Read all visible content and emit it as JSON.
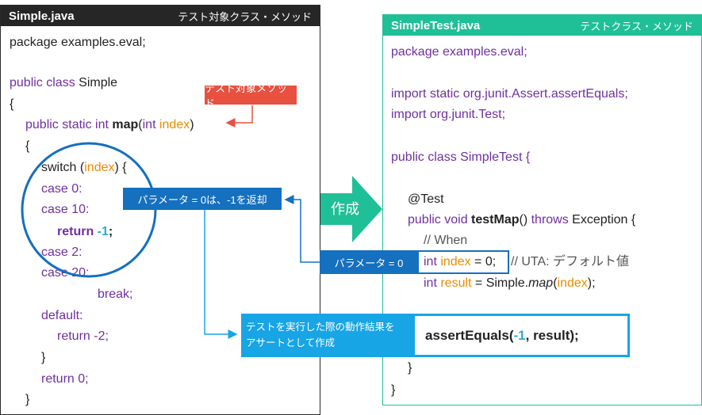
{
  "left_panel": {
    "title": "Simple.java",
    "subtitle": "テスト対象クラス・メソッド",
    "lines": {
      "l1": "package examples.eval;",
      "l3_kw": "public class",
      "l3_rest": " Simple",
      "l4": "{",
      "l5_kw": "public static int",
      "l5_method": " map",
      "l5_open": "(",
      "l5_type": "int",
      "l5_param": " index",
      "l5_close": ")",
      "l6": "{",
      "l7_a": "switch (",
      "l7_param": "index",
      "l7_b": ") {",
      "l8": "case 0:",
      "l9": "case 10:",
      "l10_kw": "return ",
      "l10_num": "-1",
      "l10_end": ";",
      "l11": "case 2:",
      "l12": "case 20:",
      "l13": "break;",
      "l14": "default:",
      "l15": "return -2;",
      "l16": "}",
      "l17": "return 0;",
      "l18": "}"
    }
  },
  "right_panel": {
    "title": "SimpleTest.java",
    "subtitle": "テストクラス・メソッド",
    "lines": {
      "l1": "package examples.eval;",
      "l3": "import static org.junit.Assert.assertEquals;",
      "l4": "import org.junit.Test;",
      "l6": "public class SimpleTest {",
      "l8": "@Test",
      "l9_kw": "public void ",
      "l9_method": "testMap",
      "l9_mid": "() ",
      "l9_throws": "throws",
      "l9_end": " Exception {",
      "l10": "// When",
      "l11_type": "int ",
      "l11_var": "index",
      "l11_rest": " = 0;",
      "l11_comment": "// UTA: デフォルト値",
      "l12_type": "int ",
      "l12_var": "result",
      "l12_a": " = Simple.",
      "l12_method": "map",
      "l12_b": "(",
      "l12_param": "index",
      "l12_c": ");",
      "l15": "}",
      "l16": "}"
    }
  },
  "callouts": {
    "target_method": "テスト対象メソッド",
    "param_returns": "パラメータ = 0は、-1を返却",
    "param_zero": "パラメータ = 0",
    "result_line1": "テストを実行した際の動作結果を",
    "result_line2": "アサートとして作成",
    "assert_a": "assertEquals(",
    "assert_num": "-1",
    "assert_b": ", result);"
  },
  "arrow_label": "作成",
  "colors": {
    "left_header": "#262626",
    "right_header": "#1fbf98",
    "red": "#e8503f",
    "blue": "#1570c0",
    "light_blue": "#17a5e6",
    "keyword": "#7030a0",
    "param": "#e88d00",
    "number": "#2fa8d8"
  }
}
